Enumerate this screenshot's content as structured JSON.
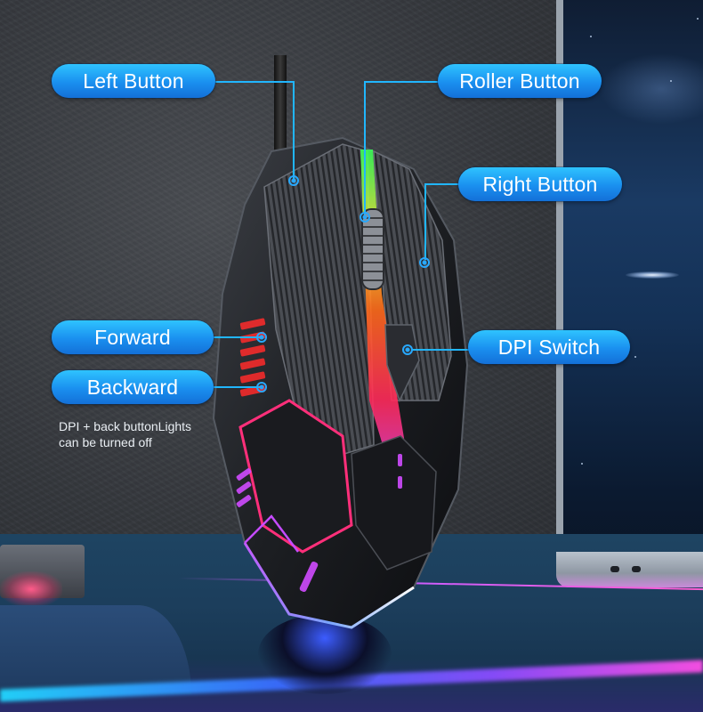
{
  "image": {
    "subject": "RGB wired gaming mouse feature diagram",
    "accent_color": "#1a8fef"
  },
  "callouts": {
    "left_button": "Left Button",
    "roller_button": "Roller Button",
    "right_button": "Right Button",
    "forward": "Forward",
    "backward": "Backward",
    "dpi_switch": "DPI Switch"
  },
  "note": {
    "line1": "DPI + back buttonLights",
    "line2": "can be turned off"
  },
  "colors": {
    "pill_top": "#2fc3ff",
    "pill_bottom": "#1370d8",
    "leader_line": "#21b6ff",
    "rgb_glow": [
      "#39ff5a",
      "#ffe33a",
      "#ff6a1a",
      "#ff2a5a",
      "#d04bff"
    ]
  }
}
